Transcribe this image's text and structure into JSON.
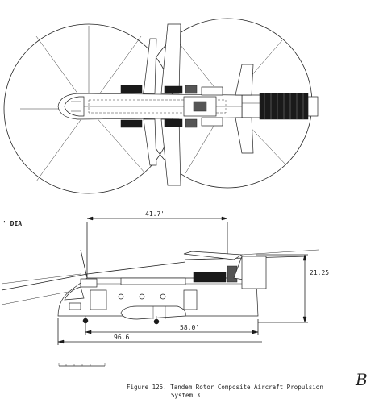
{
  "drawing": {
    "rotor_diameter_label": "' DIA",
    "dim_rotor_spacing": "41.7'",
    "dim_height": "21.25'",
    "dim_wheelbase": "58.0'",
    "dim_overall_length": "96.6'"
  },
  "caption": {
    "line1": "Figure 125.  Tandem Rotor Composite Aircraft Propulsion",
    "line2": "System 3"
  },
  "mark": "B"
}
